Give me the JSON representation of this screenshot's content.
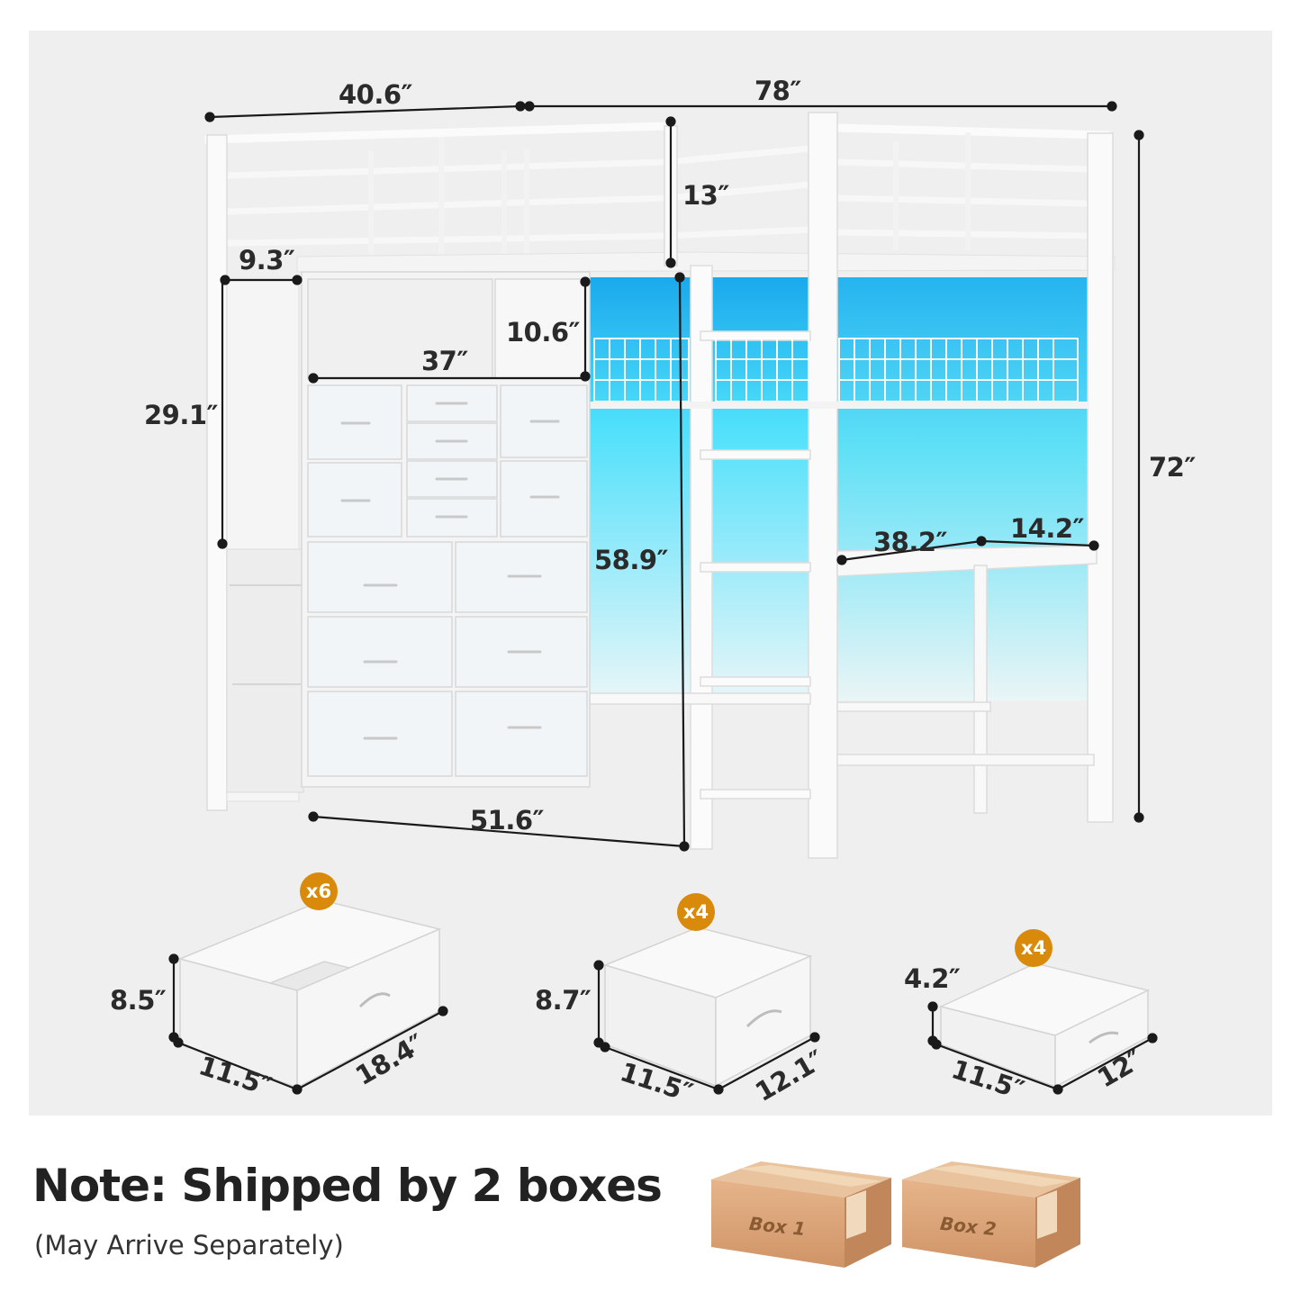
{
  "dimensions": {
    "bed_width": "40.6″",
    "bed_length": "78″",
    "guardrail_height": "13″",
    "side_depth": "9.3″",
    "pegboard_height": "29.1″",
    "shelf_height": "10.6″",
    "dresser_width": "37″",
    "under_bed_height": "58.9″",
    "total_height": "72″",
    "desk_width": "38.2″",
    "desk_depth": "14.2″",
    "base_length": "51.6″"
  },
  "drawers": [
    {
      "count": "x6",
      "height": "8.5″",
      "width": "11.5″",
      "depth": "18.4″"
    },
    {
      "count": "x4",
      "height": "8.7″",
      "width": "11.5″",
      "depth": "12.1″"
    },
    {
      "count": "x4",
      "height": "4.2″",
      "width": "11.5″",
      "depth": "12″"
    }
  ],
  "note": {
    "title": "Note: Shipped by 2 boxes",
    "subtitle": "(May Arrive Separately)",
    "boxes": [
      "Box 1",
      "Box 2"
    ]
  },
  "colors": {
    "panel_bg": "#efefef",
    "led_cyan": "#3fd3f5",
    "badge": "#d98a0b",
    "carton": "#d9a27a"
  }
}
